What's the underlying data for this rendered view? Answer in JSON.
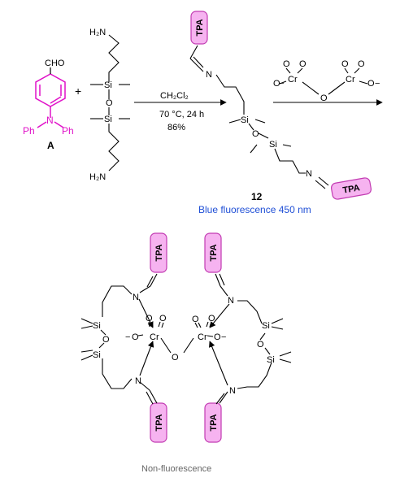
{
  "colors": {
    "tpa_fill": "#f6b3f0",
    "tpa_stroke": "#c23bb2",
    "magenta": "#e011c8",
    "blue_text": "#1f4fd6",
    "grey_text": "#666666"
  },
  "reactant_a": {
    "cho": "CHO",
    "n": "N",
    "ph_left": "Ph",
    "ph_right": "Ph",
    "label": "A"
  },
  "plus": "+",
  "disiloxane": {
    "amine_top": "H₂N",
    "si_top": "Si",
    "o": "O",
    "si_bottom": "Si",
    "amine_bottom": "H₂N"
  },
  "conditions": {
    "solvent": "CH₂Cl₂",
    "temp_time": "70 °C, 24 h",
    "yield": "86%"
  },
  "product_12": {
    "tpa": "TPA",
    "n": "N",
    "si": "Si",
    "o": "O",
    "label": "12",
    "fluorescence": "Blue fluorescence 450 nm"
  },
  "dichromate": {
    "cr": "Cr",
    "o": "O",
    "minus": "−"
  },
  "complex": {
    "tpa": "TPA",
    "n": "N",
    "si": "Si",
    "o": "O",
    "cr": "Cr",
    "label": "Non-fluorescence"
  }
}
